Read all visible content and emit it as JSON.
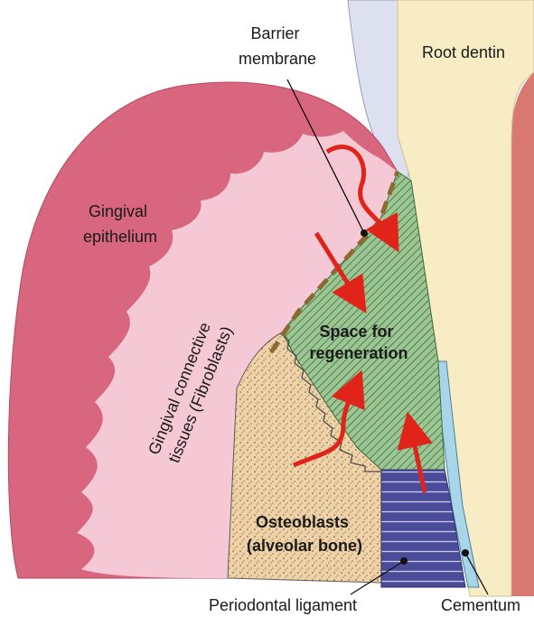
{
  "labels": {
    "barrier_membrane": [
      "Barrier",
      "membrane"
    ],
    "root_dentin": "Root dentin",
    "gingival_epithelium": [
      "Gingival",
      "epithelium"
    ],
    "gingival_connective": [
      "Gingival connective",
      "tissues (Fibroblasts)"
    ],
    "space": [
      "Space for",
      "regeneration"
    ],
    "osteoblasts": [
      "Osteoblasts",
      "(alveolar bone)"
    ],
    "periodontal_ligament": "Periodontal ligament",
    "cementum": "Cementum"
  },
  "colors": {
    "epithelium": "#d9667f",
    "connective": "#f5c8d5",
    "root_dentin": "#f7ecc4",
    "enamel": "#dde0ee",
    "regeneration_space": "#8cba86",
    "bone": "#eccfa3",
    "ligament": "#4e4f9c",
    "cementum": "#a9d5e8",
    "membrane": "#8a6a2e",
    "arrows": "#e0241a",
    "pulp": "#d97a72"
  }
}
